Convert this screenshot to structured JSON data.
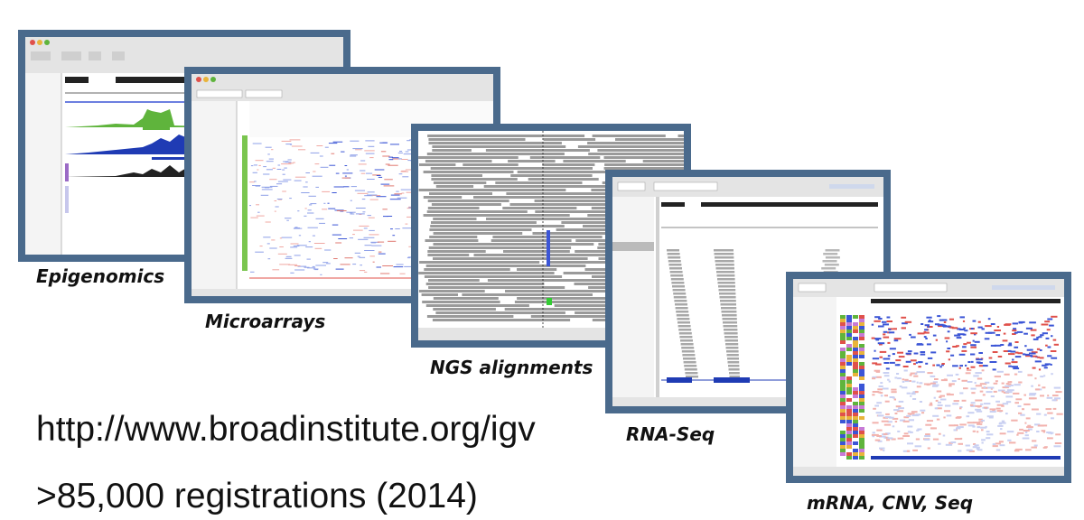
{
  "captions": {
    "epigenomics": "Epigenomics",
    "microarrays": "Microarrays",
    "ngs": "NGS alignments",
    "rnaseq": "RNA-Seq",
    "mrna": "mRNA, CNV, Seq"
  },
  "url": "http://www.broadinstitute.org/igv",
  "registrations": ">85,000 registrations (2014)",
  "colors": {
    "frame": "#4a6a8c",
    "coverage_green": "#5fb43c",
    "coverage_blue": "#1f3bb4",
    "heatmap_red": "#e0504a",
    "heatmap_blue": "#3b55d6",
    "read_gray": "#9a9a9a"
  }
}
